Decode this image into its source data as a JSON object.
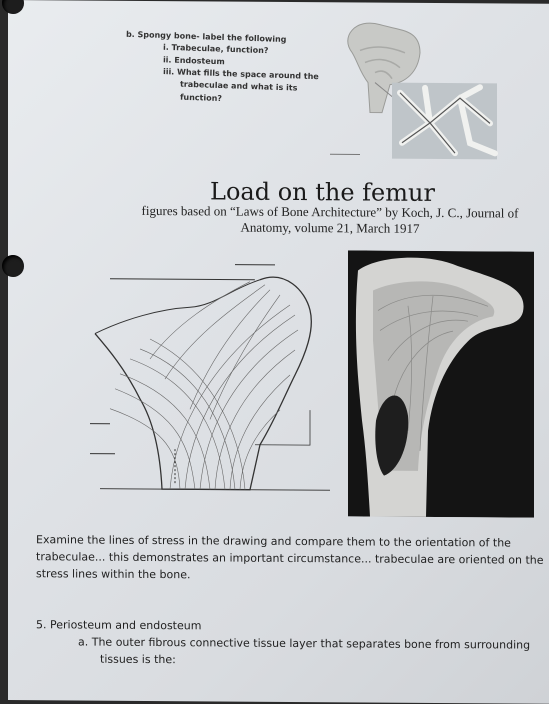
{
  "question_b": {
    "heading": "b.  Spongy bone- label the following",
    "item_1": "i.   Trabeculae, function?",
    "item_2": "ii.  Endosteum",
    "item_3a": "iii.  What fills the space around the",
    "item_3b": "trabeculae and what is its",
    "item_3c": "function?"
  },
  "figure": {
    "title": "Load on the femur",
    "subtitle_1": "figures based on “Laws of Bone Architecture” by Koch, J. C., Journal of",
    "subtitle_2": "Anatomy, volume 21, March 1917"
  },
  "paragraph": {
    "line_1": "Examine the lines of stress in the drawing and compare them to the orientation of the",
    "line_2": "trabeculae... this demonstrates an important circumstance... trabeculae are oriented on the",
    "line_3": "stress lines within the bone."
  },
  "section_5": {
    "heading": "5.  Periosteum and endosteum",
    "item_a_1": "a.   The outer fibrous connective tissue layer that separates bone from surrounding",
    "item_a_2": "tissues is the:"
  }
}
